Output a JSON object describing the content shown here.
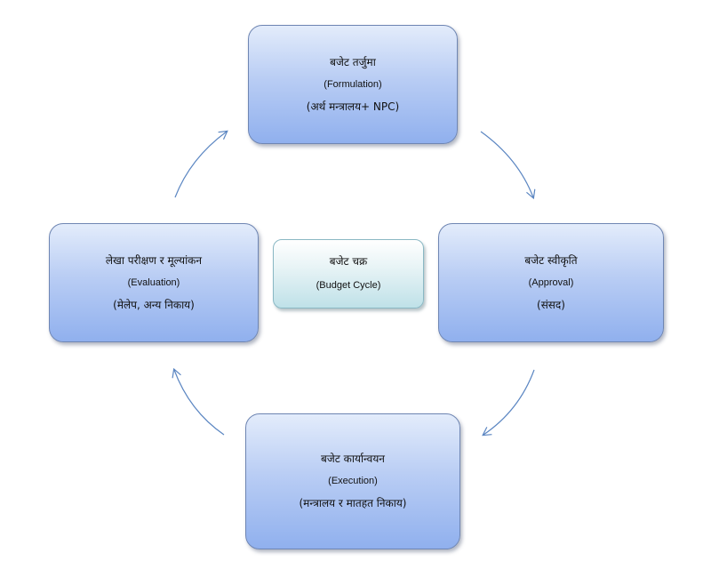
{
  "diagram": {
    "center": {
      "title": "बजेट चक्र",
      "subtitle": "(Budget Cycle)"
    },
    "stages": {
      "formulation": {
        "title": "बजेट तर्जुमा",
        "english": "(Formulation)",
        "actor": "(अर्थ मन्त्रालय+ NPC)"
      },
      "approval": {
        "title": "बजेट स्वीकृति",
        "english": "(Approval)",
        "actor": "(संसद)"
      },
      "execution": {
        "title": "बजेट कार्यान्वयन",
        "english": "(Execution)",
        "actor": "(मन्त्रालय र मातहत निकाय)"
      },
      "evaluation": {
        "title": "लेखा परीक्षण र मूल्यांकन",
        "english": "(Evaluation)",
        "actor": "(मेलेप, अन्य निकाय)"
      }
    },
    "colors": {
      "node_fill_top": "#e3ecfb",
      "node_fill_bottom": "#90b0ee",
      "center_fill_bottom": "#bfe1e8",
      "arrow": "#5b86c2"
    }
  }
}
